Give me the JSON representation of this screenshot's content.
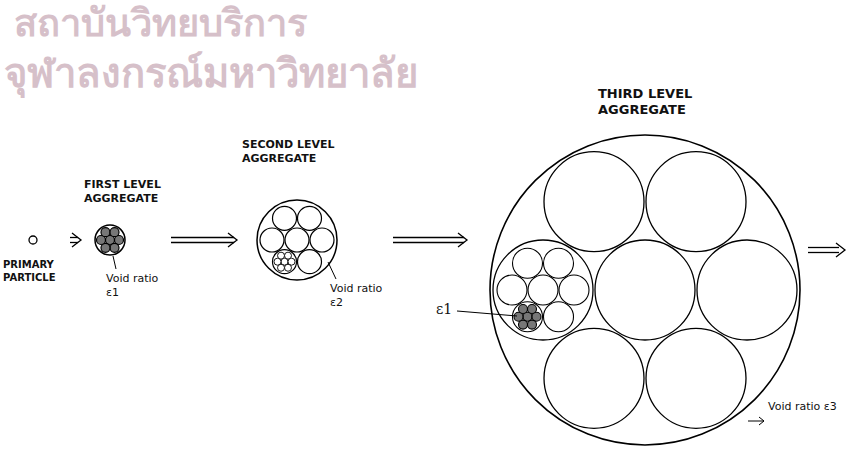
{
  "diagram": {
    "nodes": [
      {
        "text": [
          "PRIMARY PARTICLE"
        ]
      },
      {
        "text": [
          "FIRST LEVEL AGGREGATE",
          "Void ratio ε1"
        ]
      },
      {
        "text": [
          "SECOND LEVEL AGGREGATE",
          "Void ratio ε2"
        ]
      },
      {
        "text": [
          "THIRD LEVEL AGGREGATE",
          "Void ratio ε3"
        ]
      }
    ],
    "edges": [
      {
        "from": 0,
        "to": 1,
        "arrow": "to"
      },
      {
        "from": 1,
        "to": 2,
        "arrow": "to"
      },
      {
        "from": 2,
        "to": 3,
        "arrow": "to"
      }
    ],
    "labels": [
      "สถาบันวิทยบริการ",
      "จุฬาลงกรณ์มหาวิทยาลัย",
      "ε1"
    ]
  }
}
